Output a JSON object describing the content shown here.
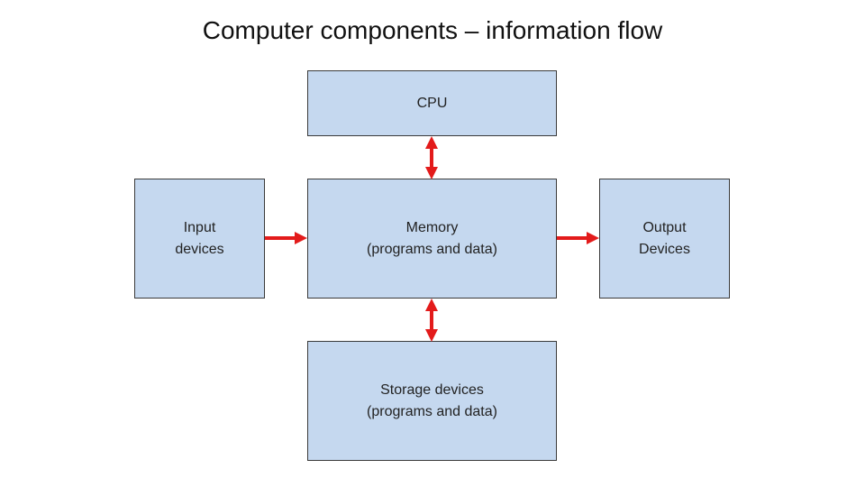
{
  "title": "Computer components – information flow",
  "colors": {
    "box_fill": "#c5d8ef",
    "box_border": "#3a3a3a",
    "arrow": "#e31b1b"
  },
  "nodes": {
    "cpu": {
      "lines": [
        "CPU"
      ]
    },
    "input": {
      "lines": [
        "Input",
        "devices"
      ]
    },
    "memory": {
      "lines": [
        "Memory",
        "(programs and data)"
      ]
    },
    "output": {
      "lines": [
        "Output",
        "Devices"
      ]
    },
    "storage": {
      "lines": [
        "Storage devices",
        "(programs and data)"
      ]
    }
  },
  "edges": [
    {
      "from": "cpu",
      "to": "memory",
      "direction": "both"
    },
    {
      "from": "input",
      "to": "memory",
      "direction": "forward"
    },
    {
      "from": "memory",
      "to": "output",
      "direction": "forward"
    },
    {
      "from": "memory",
      "to": "storage",
      "direction": "both"
    }
  ]
}
